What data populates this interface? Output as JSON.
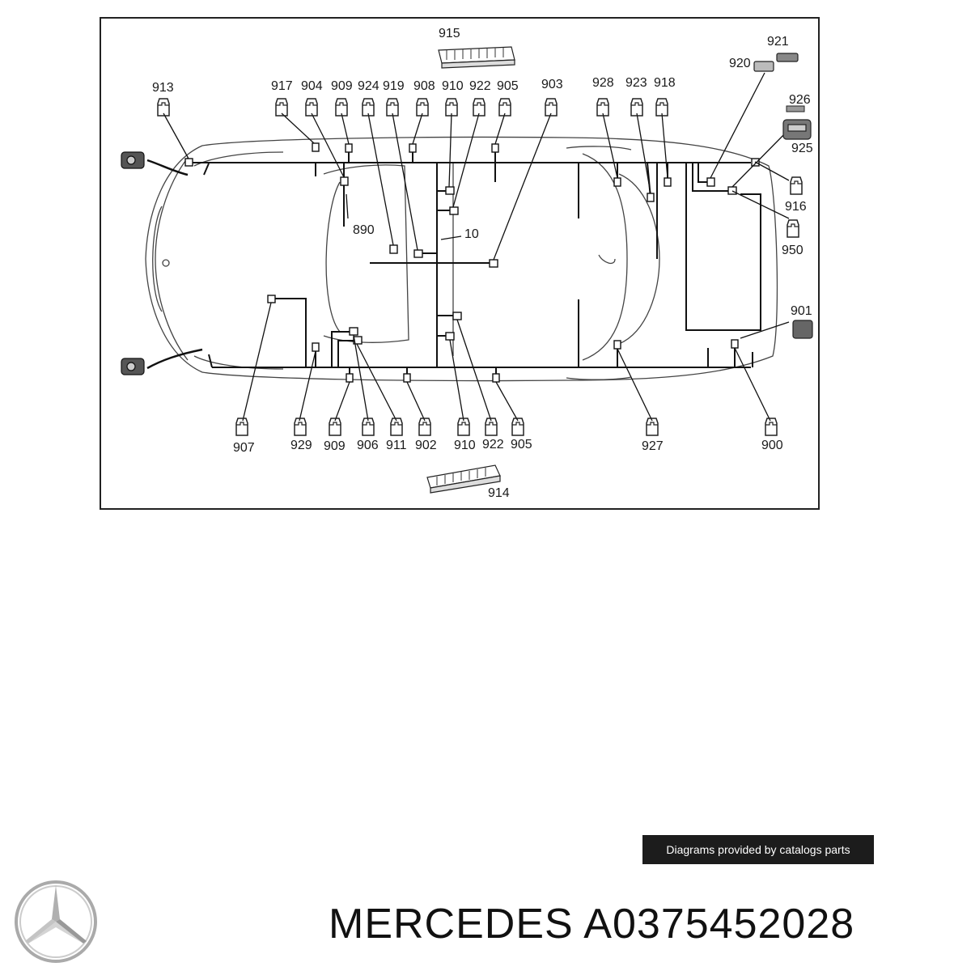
{
  "diagram": {
    "labels": {
      "l915": "915",
      "l921": "921",
      "l920": "920",
      "l926": "926",
      "l925": "925",
      "l913": "913",
      "l917": "917",
      "l904": "904",
      "l909t": "909",
      "l924": "924",
      "l919": "919",
      "l908": "908",
      "l910t": "910",
      "l922t": "922",
      "l905t": "905",
      "l903": "903",
      "l928": "928",
      "l923": "923",
      "l918": "918",
      "l890": "890",
      "l10": "10",
      "l916": "916",
      "l950": "950",
      "l901": "901",
      "l907": "907",
      "l929": "929",
      "l909b": "909",
      "l906": "906",
      "l911": "911",
      "l902": "902",
      "l910b": "910",
      "l922b": "922",
      "l905b": "905",
      "l927": "927",
      "l900": "900",
      "l914": "914"
    }
  },
  "credit": "Diagrams provided by catalogs parts",
  "brand": {
    "name": "MERCEDES",
    "part_number": "A0375452028"
  }
}
